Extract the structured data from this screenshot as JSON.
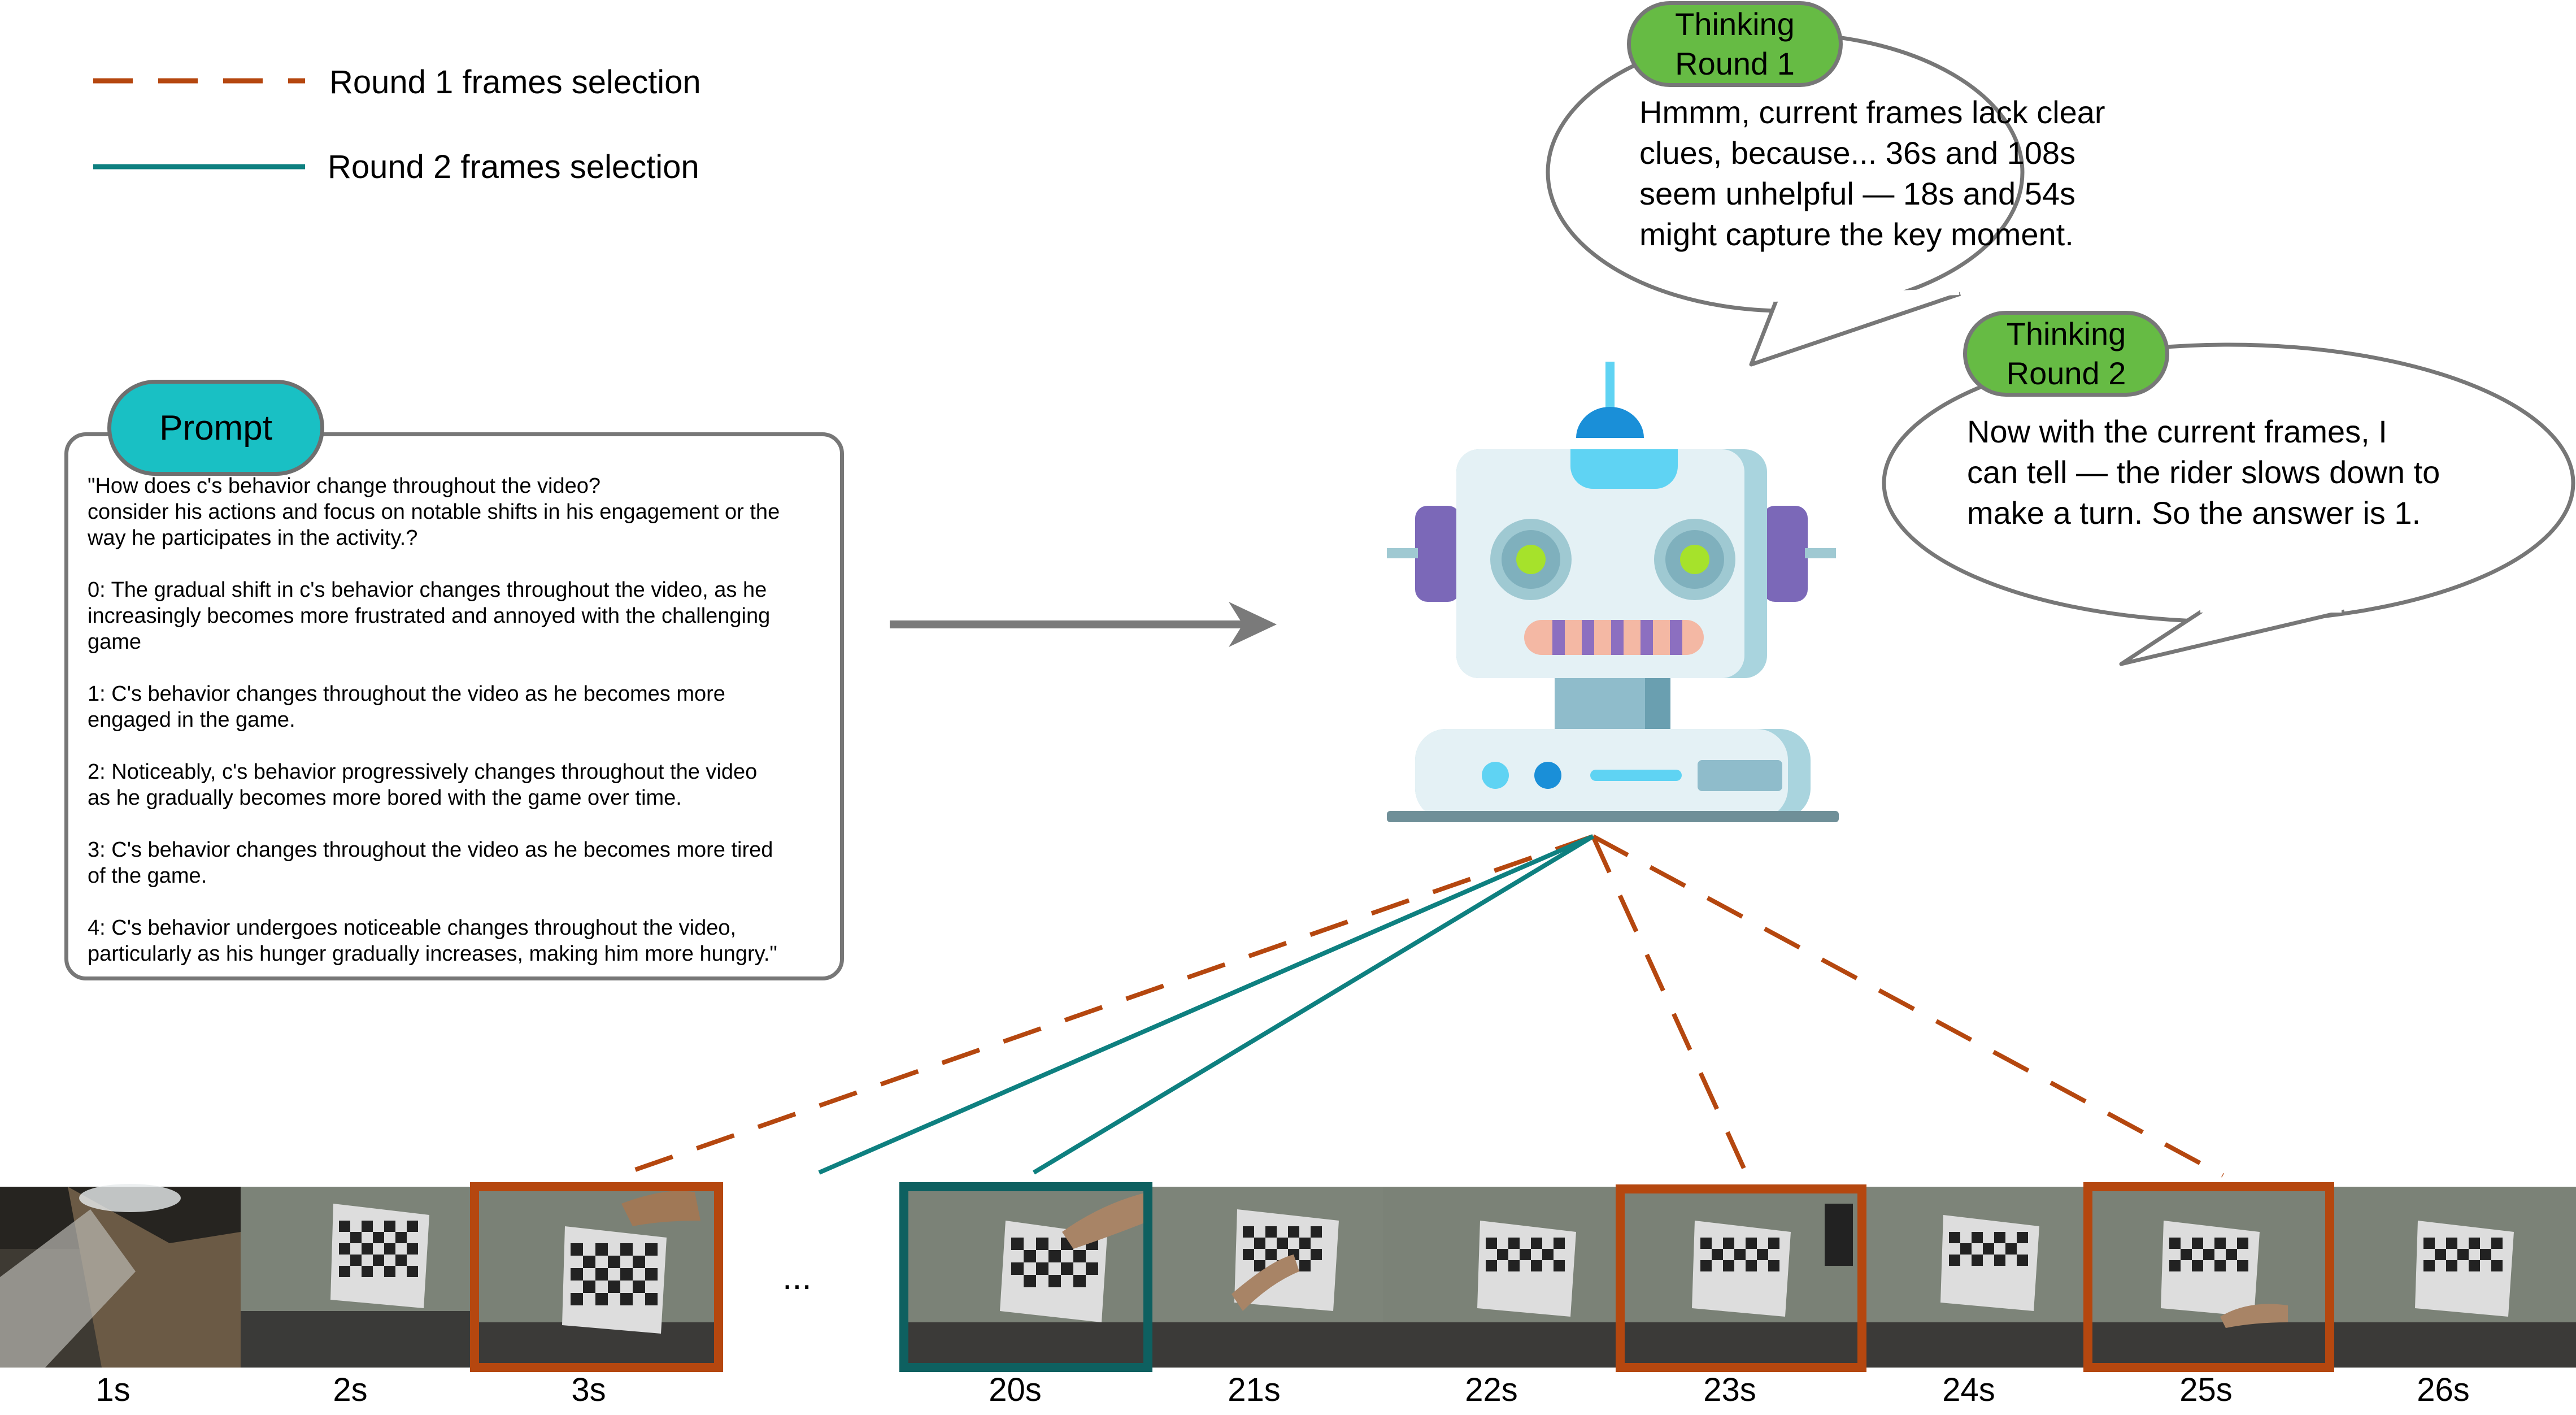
{
  "legend": {
    "round1_label": "Round 1 frames selection",
    "round2_label": "Round 2 frames selection",
    "round1_color": "#b5470f",
    "round2_color": "#0e8080"
  },
  "prompt": {
    "tab_label": "Prompt",
    "lines": [
      "\"How does c's behavior change throughout the video?",
      "consider his actions and focus on notable shifts in his engagement or the",
      "way he participates in the activity.?",
      "",
      "0: The gradual shift in c's behavior changes throughout the video, as he",
      "increasingly becomes more frustrated and annoyed with the challenging",
      "game",
      "",
      "1: C's behavior changes throughout the video as he becomes more",
      "engaged in the game.",
      "",
      "2: Noticeably, c's behavior progressively changes throughout the video",
      "as he gradually becomes more bored with the game over time.",
      "",
      "3: C's behavior changes throughout the video as he becomes more tired",
      "of the game.",
      "",
      "4: C's behavior undergoes noticeable changes throughout the video,",
      "particularly as his hunger gradually increases, making him more hungry.\""
    ]
  },
  "thinking1": {
    "tab_line1": "Thinking",
    "tab_line2": "Round 1",
    "lines": [
      "Hmmm, current frames lack clear",
      "clues, because... 36s and 108s",
      "seem unhelpful — 18s and 54s",
      "might capture the key moment."
    ]
  },
  "thinking2": {
    "tab_line1": "Thinking",
    "tab_line2": "Round 2",
    "lines": [
      "Now with the current frames, I",
      "can tell — the rider slows down to",
      "make a turn. So the answer is 1."
    ]
  },
  "frames": {
    "ellipsis": "...",
    "labels": [
      "1s",
      "2s",
      "3s",
      "20s",
      "21s",
      "22s",
      "23s",
      "24s",
      "25s",
      "26s"
    ]
  },
  "colors": {
    "prompt_tab": "#19c0c4",
    "thinking_tab": "#66bb44",
    "arrow": "#7a7a7a"
  }
}
